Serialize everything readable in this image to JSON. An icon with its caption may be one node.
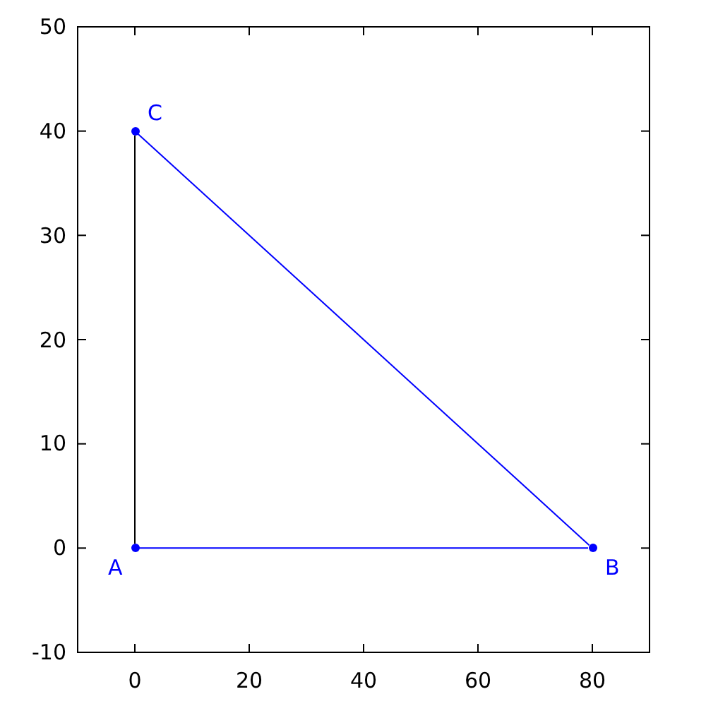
{
  "diagram": {
    "nodes": [
      {
        "text": [],
        "shape": "circle",
        "beside": [
          "A"
        ]
      },
      {
        "text": [],
        "shape": "circle",
        "beside": [
          "B"
        ]
      },
      {
        "text": [],
        "shape": "circle",
        "beside": [
          "C"
        ]
      }
    ],
    "edges": [
      {
        "from": 0,
        "to": 1,
        "arrow": "none"
      },
      {
        "from": 1,
        "to": 2,
        "arrow": "none"
      },
      {
        "from": 0,
        "to": 2,
        "arrow": "none",
        "color": "#000000"
      }
    ],
    "labels": [
      "50",
      "40",
      "30",
      "20",
      "10",
      "0",
      "-10",
      "0",
      "20",
      "40",
      "60",
      "80"
    ]
  }
}
